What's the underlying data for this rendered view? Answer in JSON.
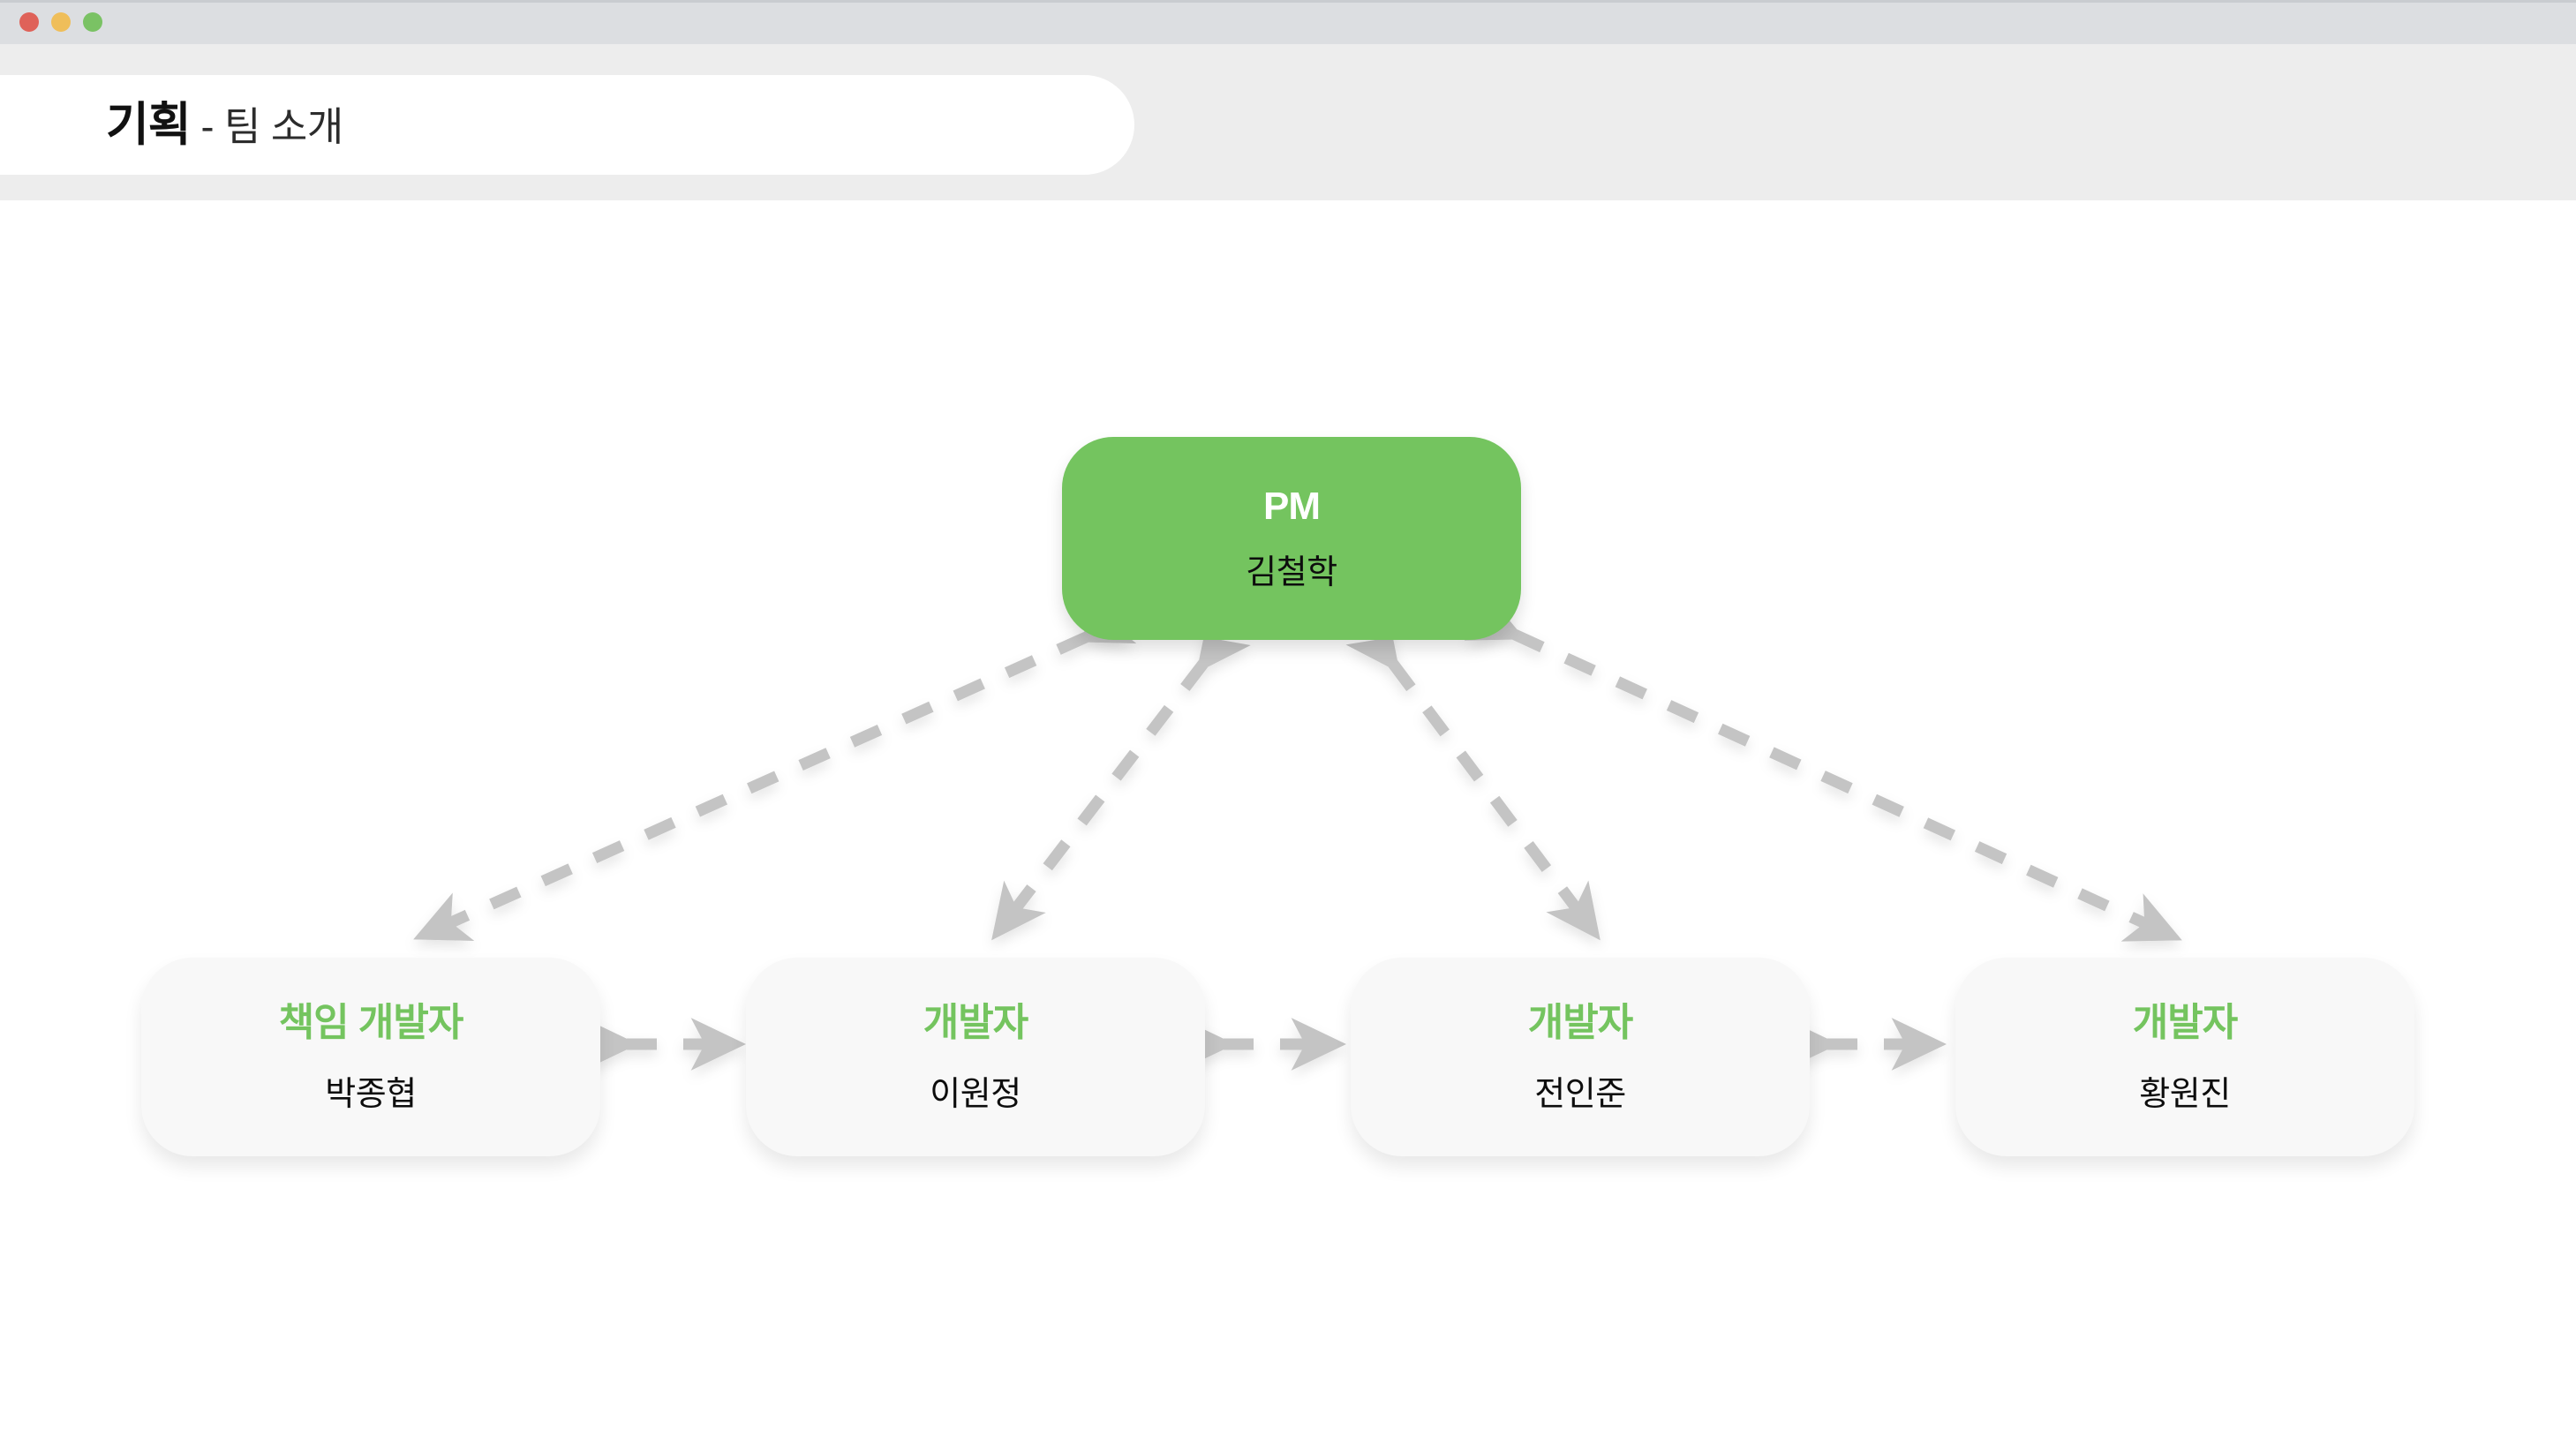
{
  "window": {
    "traffic_lights": [
      {
        "name": "close",
        "color": "#df6259"
      },
      {
        "name": "minimize",
        "color": "#efbe5a"
      },
      {
        "name": "maximize",
        "color": "#7ac264"
      }
    ]
  },
  "header": {
    "title_main": "기획",
    "title_sub": " - 팀 소개"
  },
  "theme": {
    "accent_green": "#74c45f",
    "node_bg": "#f8f8f8",
    "edge_gray": "#c4c4c4",
    "titlebar_gray": "#dcdee1",
    "header_gray": "#ededed",
    "canvas_white": "#ffffff"
  },
  "chart_data": {
    "type": "diagram",
    "title": "기획 - 팀 소개",
    "layout": "org-chart",
    "nodes": [
      {
        "id": "pm",
        "role": "PM",
        "name": "김철학",
        "level": 0,
        "style": "filled-green"
      },
      {
        "id": "d1",
        "role": "책임 개발자",
        "name": "박종협",
        "level": 1,
        "style": "light-card"
      },
      {
        "id": "d2",
        "role": "개발자",
        "name": "이원정",
        "level": 1,
        "style": "light-card"
      },
      {
        "id": "d3",
        "role": "개발자",
        "name": "전인준",
        "level": 1,
        "style": "light-card"
      },
      {
        "id": "d4",
        "role": "개발자",
        "name": "황원진",
        "level": 1,
        "style": "light-card"
      }
    ],
    "edges": [
      {
        "from": "pm",
        "to": "d1",
        "style": "dashed",
        "arrows": "both"
      },
      {
        "from": "pm",
        "to": "d2",
        "style": "dashed",
        "arrows": "both"
      },
      {
        "from": "pm",
        "to": "d3",
        "style": "dashed",
        "arrows": "both"
      },
      {
        "from": "pm",
        "to": "d4",
        "style": "dashed",
        "arrows": "both"
      },
      {
        "from": "d1",
        "to": "d2",
        "style": "dashed",
        "arrows": "both"
      },
      {
        "from": "d2",
        "to": "d3",
        "style": "dashed",
        "arrows": "both"
      },
      {
        "from": "d3",
        "to": "d4",
        "style": "dashed",
        "arrows": "both"
      }
    ]
  }
}
